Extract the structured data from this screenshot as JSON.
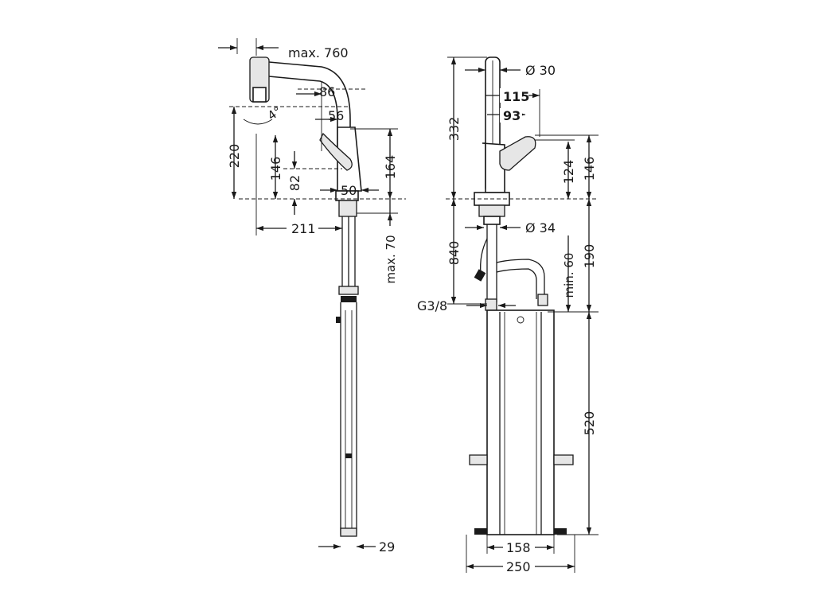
{
  "drawing": {
    "side_view": {
      "max_spray_reach": "max. 760",
      "angle": "4°",
      "spout_reach_86": "86",
      "spout_reach_56": "56",
      "height_220": "220",
      "height_146": "146",
      "height_82": "82",
      "height_164": "164",
      "base_50": "50",
      "depth_211": "211",
      "max_deck_70": "max. 70",
      "hose_width_29": "29"
    },
    "front_view": {
      "diameter_spout": "Ø 30",
      "spout_height_332": "332",
      "lever_115": "115",
      "lever_93": "93",
      "outlet_124": "124",
      "outlet_146": "146",
      "diameter_shank": "Ø 34",
      "hose_840": "840",
      "min_60": "min. 60",
      "connection": "G3/8",
      "drop_190": "190",
      "cabinet_520": "520",
      "base_158": "158",
      "base_250": "250"
    }
  }
}
